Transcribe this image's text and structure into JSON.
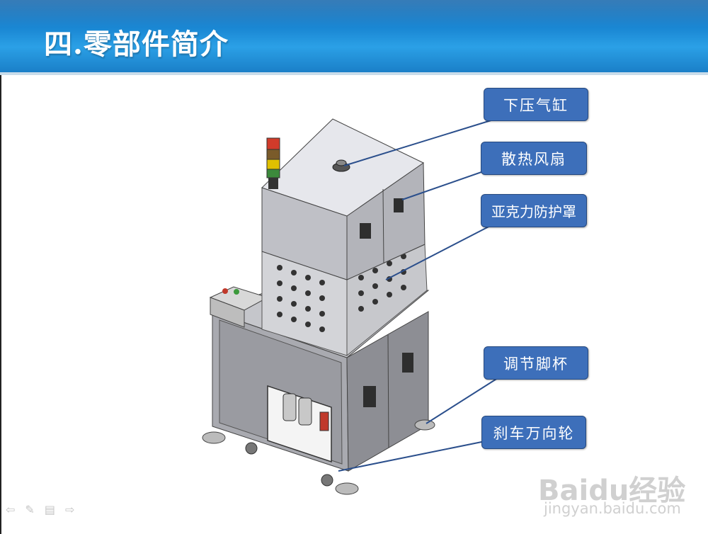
{
  "header": {
    "title": "四.零部件简介"
  },
  "callouts": {
    "c1": "下压气缸",
    "c2": "散热风扇",
    "c3": "亚克力防护罩",
    "c4": "调节脚杯",
    "c5": "刹车万向轮"
  },
  "watermark": {
    "logo": "Baidu经验",
    "url": "jingyan.baidu.com"
  },
  "nav_icons": [
    "arrow-left-icon",
    "pen-icon",
    "menu-icon",
    "arrow-right-icon"
  ],
  "colors": {
    "header_blue": "#1a84cf",
    "callout_blue": "#3d6fba"
  }
}
